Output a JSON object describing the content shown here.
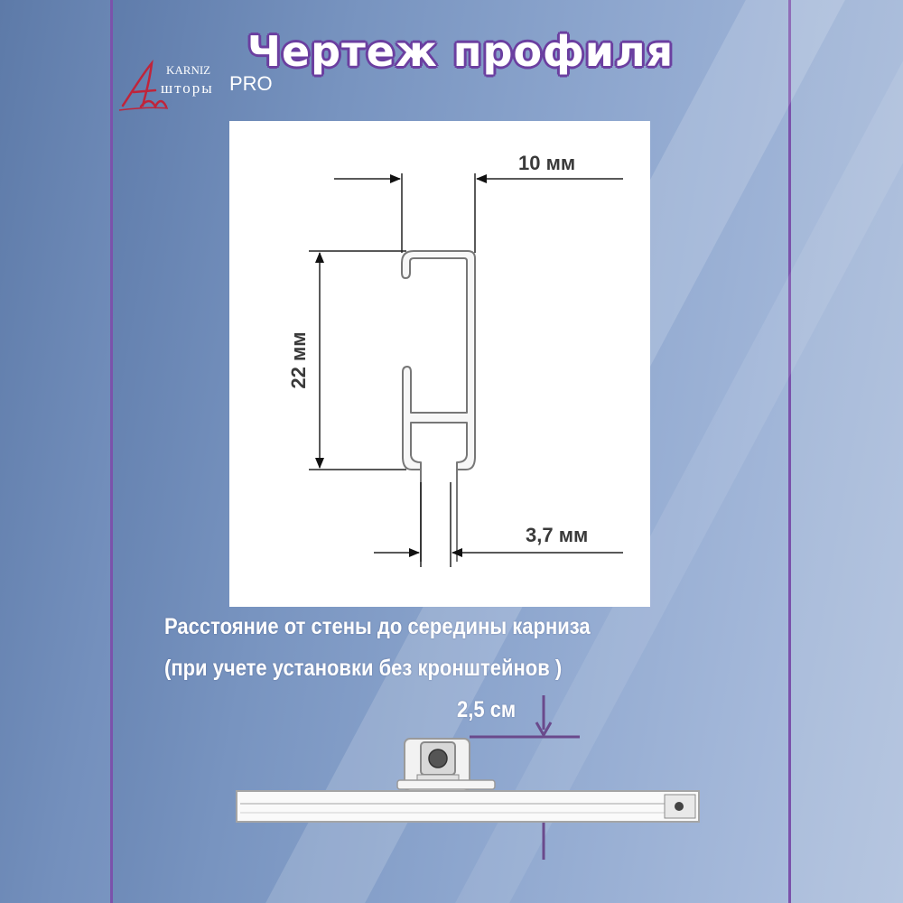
{
  "title": "Чертеж профиля",
  "logo": {
    "top": "KARNIZ",
    "main": "шторы",
    "suffix": "PRO"
  },
  "drawing": {
    "width_label": "10 мм",
    "height_label": "22 мм",
    "slot_label": "3,7 мм"
  },
  "caption": {
    "line1": "Расстояние от стены до середины карниза",
    "line2": "(при учете установки без кронштейнов )",
    "distance": "2,5 см"
  },
  "colors": {
    "frame": "#7b52ab",
    "title_outline": "#6b3fa0",
    "arrow": "#6a4a8c"
  }
}
